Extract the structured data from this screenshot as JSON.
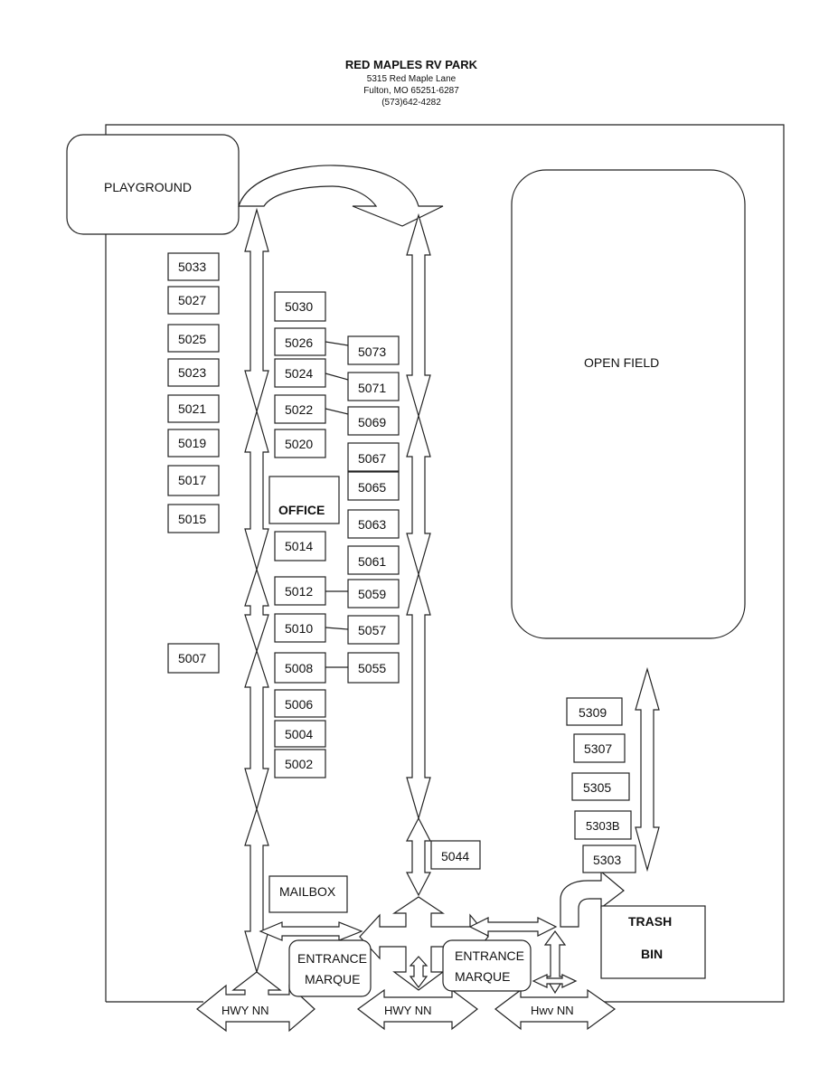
{
  "header": {
    "title": "RED MAPLES RV PARK",
    "address": "5315 Red Maple Lane",
    "city": "Fulton, MO 65251-6287",
    "phone": "(573)642-4282"
  },
  "areas": {
    "playground": "PLAYGROUND",
    "open_field": "OPEN FIELD",
    "office": "OFFICE",
    "mailbox": "MAILBOX",
    "trash_line1": "TRASH",
    "trash_line2": "BIN",
    "entrance_left_line1": "ENTRANCE",
    "entrance_left_line2": "MARQUE",
    "entrance_right_line1": "ENTRANCE",
    "entrance_right_line2": "MARQUE"
  },
  "roads": {
    "left": "HWY NN",
    "center": "HWY NN",
    "right": "Hwv NN"
  },
  "sites_left_column": [
    "5033",
    "5027",
    "5025",
    "5023",
    "5021",
    "5019",
    "5017",
    "5015",
    "5007"
  ],
  "sites_center_column": [
    "5030",
    "5026",
    "5024",
    "5022",
    "5020",
    "5014",
    "5012",
    "5010",
    "5008",
    "5006",
    "5004",
    "5002"
  ],
  "sites_right_column": [
    "5073",
    "5071",
    "5069",
    "5067",
    "5065",
    "5063",
    "5061",
    "5059",
    "5057",
    "5055",
    "5044"
  ],
  "sites_east_column": [
    "5309",
    "5307",
    "5305",
    "5303B",
    "5303"
  ]
}
